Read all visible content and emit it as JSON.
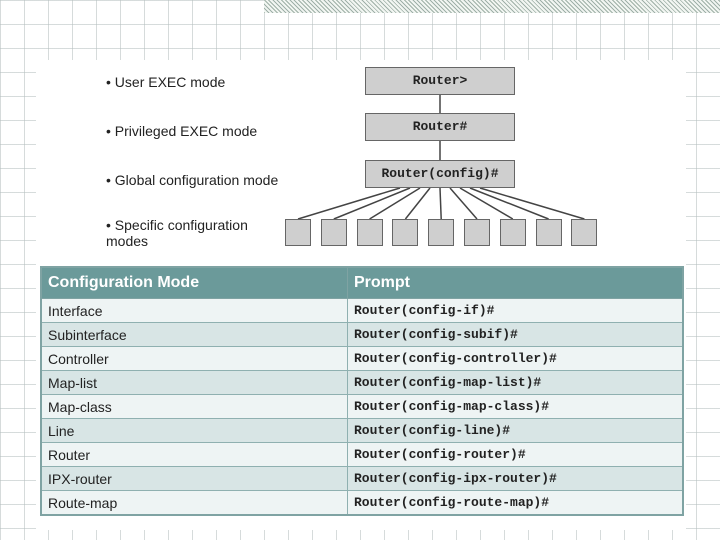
{
  "hierarchy": {
    "bullets": [
      "• User EXEC mode",
      "• Privileged EXEC mode",
      "• Global configuration mode",
      "• Specific configuration modes"
    ],
    "nodes": [
      "Router>",
      "Router#",
      "Router(config)#"
    ],
    "leaf_count": 9
  },
  "table": {
    "headers": [
      "Configuration Mode",
      "Prompt"
    ],
    "rows": [
      {
        "mode": "Interface",
        "prompt": "Router(config-if)#"
      },
      {
        "mode": "Subinterface",
        "prompt": "Router(config-subif)#"
      },
      {
        "mode": "Controller",
        "prompt": "Router(config-controller)#"
      },
      {
        "mode": "Map-list",
        "prompt": "Router(config-map-list)#"
      },
      {
        "mode": "Map-class",
        "prompt": "Router(config-map-class)#"
      },
      {
        "mode": "Line",
        "prompt": "Router(config-line)#"
      },
      {
        "mode": "Router",
        "prompt": "Router(config-router)#"
      },
      {
        "mode": "IPX-router",
        "prompt": "Router(config-ipx-router)#"
      },
      {
        "mode": "Route-map",
        "prompt": "Router(config-route-map)#"
      }
    ]
  }
}
